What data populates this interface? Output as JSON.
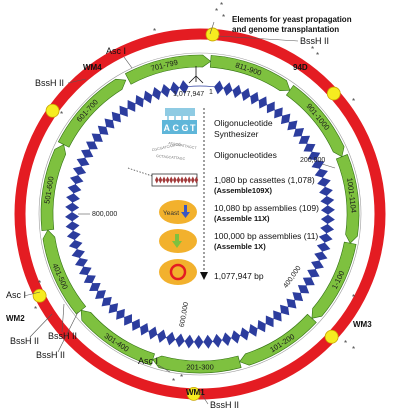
{
  "top_label": {
    "line1": "Elements for yeast propagation",
    "line2": "and genome transplantation"
  },
  "site_labels": {
    "bssh2_top": "BssH II",
    "asc1_top": "Asc I",
    "wm4": "WM4",
    "bssh2_left_upper": "BssH II",
    "w94d": "94D",
    "asc1_left": "Asc I",
    "wm2": "WM2",
    "bssh2_left_a": "BssH II",
    "bssh2_left_b": "BssH II",
    "bssh2_left_c": "BssH II",
    "wm3": "WM3",
    "asc1_bottom": "Asc I",
    "wm1": "WM1",
    "bssh2_bottom": "BssH II"
  },
  "segments": [
    {
      "label": "701-799"
    },
    {
      "label": "811-900"
    },
    {
      "label": "901-1000"
    },
    {
      "label": "1001-1104"
    },
    {
      "label": "1-100"
    },
    {
      "label": "101-200"
    },
    {
      "label": "201-300"
    },
    {
      "label": "301-400"
    },
    {
      "label": "401-500"
    },
    {
      "label": "501-600"
    },
    {
      "label": "601-700"
    }
  ],
  "positions": {
    "origin_left": "1,077,947",
    "origin_right": "1",
    "p200k": "200,000",
    "p400k": "400,000",
    "p600k": "600,000",
    "p800k": "800,000"
  },
  "synth_letters": [
    "A",
    "C",
    "G",
    "T"
  ],
  "steps": {
    "synth_line1": "Oligonucleotide",
    "synth_line2": "Synthesizer",
    "oligos": "Oligonucleotides",
    "cassettes": "1,080 bp cassettes (1,078)",
    "cassettes_sub": "(Assemble109X)",
    "assemblies10k": "10,080 bp assemblies (109)",
    "assemblies10k_sub": "(Assemble 11X)",
    "assemblies100k": "100,000 bp assemblies (11)",
    "assemblies100k_sub": "(Assemble 1X)",
    "final": "1,077,947 bp"
  },
  "yeast_label": "Yeast",
  "oligo_strings": [
    "CGCGATCAATGG",
    "ATCCGATTAGCT",
    "GCTAGCATTAGC"
  ],
  "colors": {
    "outer_ring": "#e41c22",
    "segments": "#7ec13f",
    "segment_stroke": "#2f6f10",
    "blue_dna": "#2c3d9e",
    "yellow_site": "#f6ec20",
    "yeast_cell": "#f2b12d",
    "arrow_blue": "#3a56c2",
    "synth_box": "#5fb6d9",
    "star": "#444444"
  }
}
